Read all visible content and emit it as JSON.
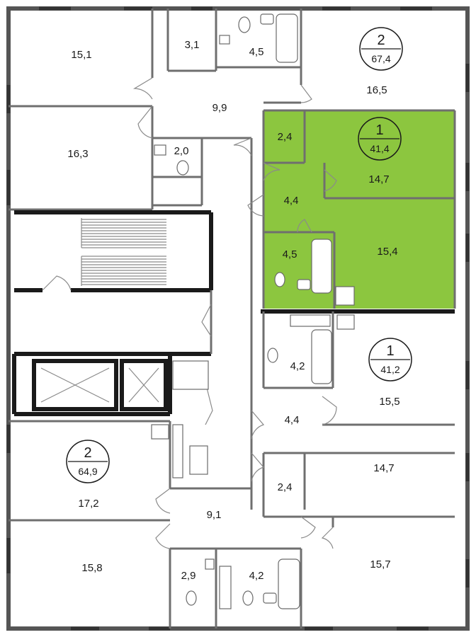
{
  "colors": {
    "highlight": "#8cc63f",
    "wall": "#6f6f6f",
    "text": "#1a1a1a"
  },
  "apartments": [
    {
      "rooms": "2",
      "area": "67,4"
    },
    {
      "rooms": "1",
      "area": "41,4"
    },
    {
      "rooms": "1",
      "area": "41,2"
    },
    {
      "rooms": "2",
      "area": "64,9"
    }
  ],
  "room_areas": [
    "15,1",
    "3,1",
    "4,5",
    "16,5",
    "9,9",
    "16,3",
    "2,0",
    "2,4",
    "14,7",
    "4,4",
    "4,5",
    "15,4",
    "4,2",
    "15,5",
    "4,4",
    "14,7",
    "2,4",
    "17,2",
    "9,1",
    "15,8",
    "2,9",
    "4,2",
    "15,7"
  ]
}
